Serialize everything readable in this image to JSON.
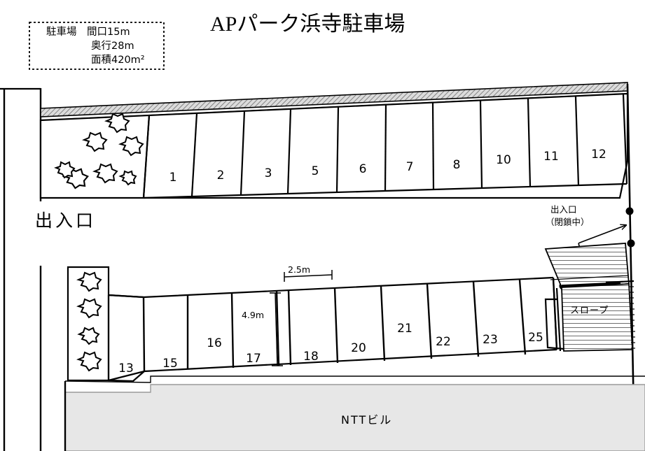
{
  "title": "APパーク浜寺駐車場",
  "info_box": {
    "lines": [
      "駐車場　間口15m",
      "奥行28m",
      "面積420m²"
    ],
    "label": "駐車場",
    "frontage": "間口15m",
    "depth": "奥行28m",
    "area": "面積420m²"
  },
  "labels": {
    "entrance_main": "出入口",
    "entrance_closed_line1": "出入口",
    "entrance_closed_line2": "（閉鎖中）",
    "slope": "スロープ",
    "building": "NTTビル"
  },
  "dimensions": {
    "width_label": "2.5m",
    "depth_label": "4.9m"
  },
  "top_row": {
    "stalls": [
      "1",
      "2",
      "3",
      "5",
      "6",
      "7",
      "8",
      "10",
      "11",
      "12"
    ]
  },
  "bottom_row": {
    "stalls": [
      "13",
      "15",
      "16",
      "17",
      "18",
      "20",
      "21",
      "22",
      "23",
      "25"
    ]
  },
  "colors": {
    "line": "#000000",
    "building_fill": "#e7e7e7",
    "wall_fill": "#d8d8d8",
    "hatch": "#8a8a8a",
    "background": "#ffffff"
  },
  "greenery": {
    "top_area_count": 7,
    "left_strip_count": 4,
    "symbol": "tree-star"
  }
}
